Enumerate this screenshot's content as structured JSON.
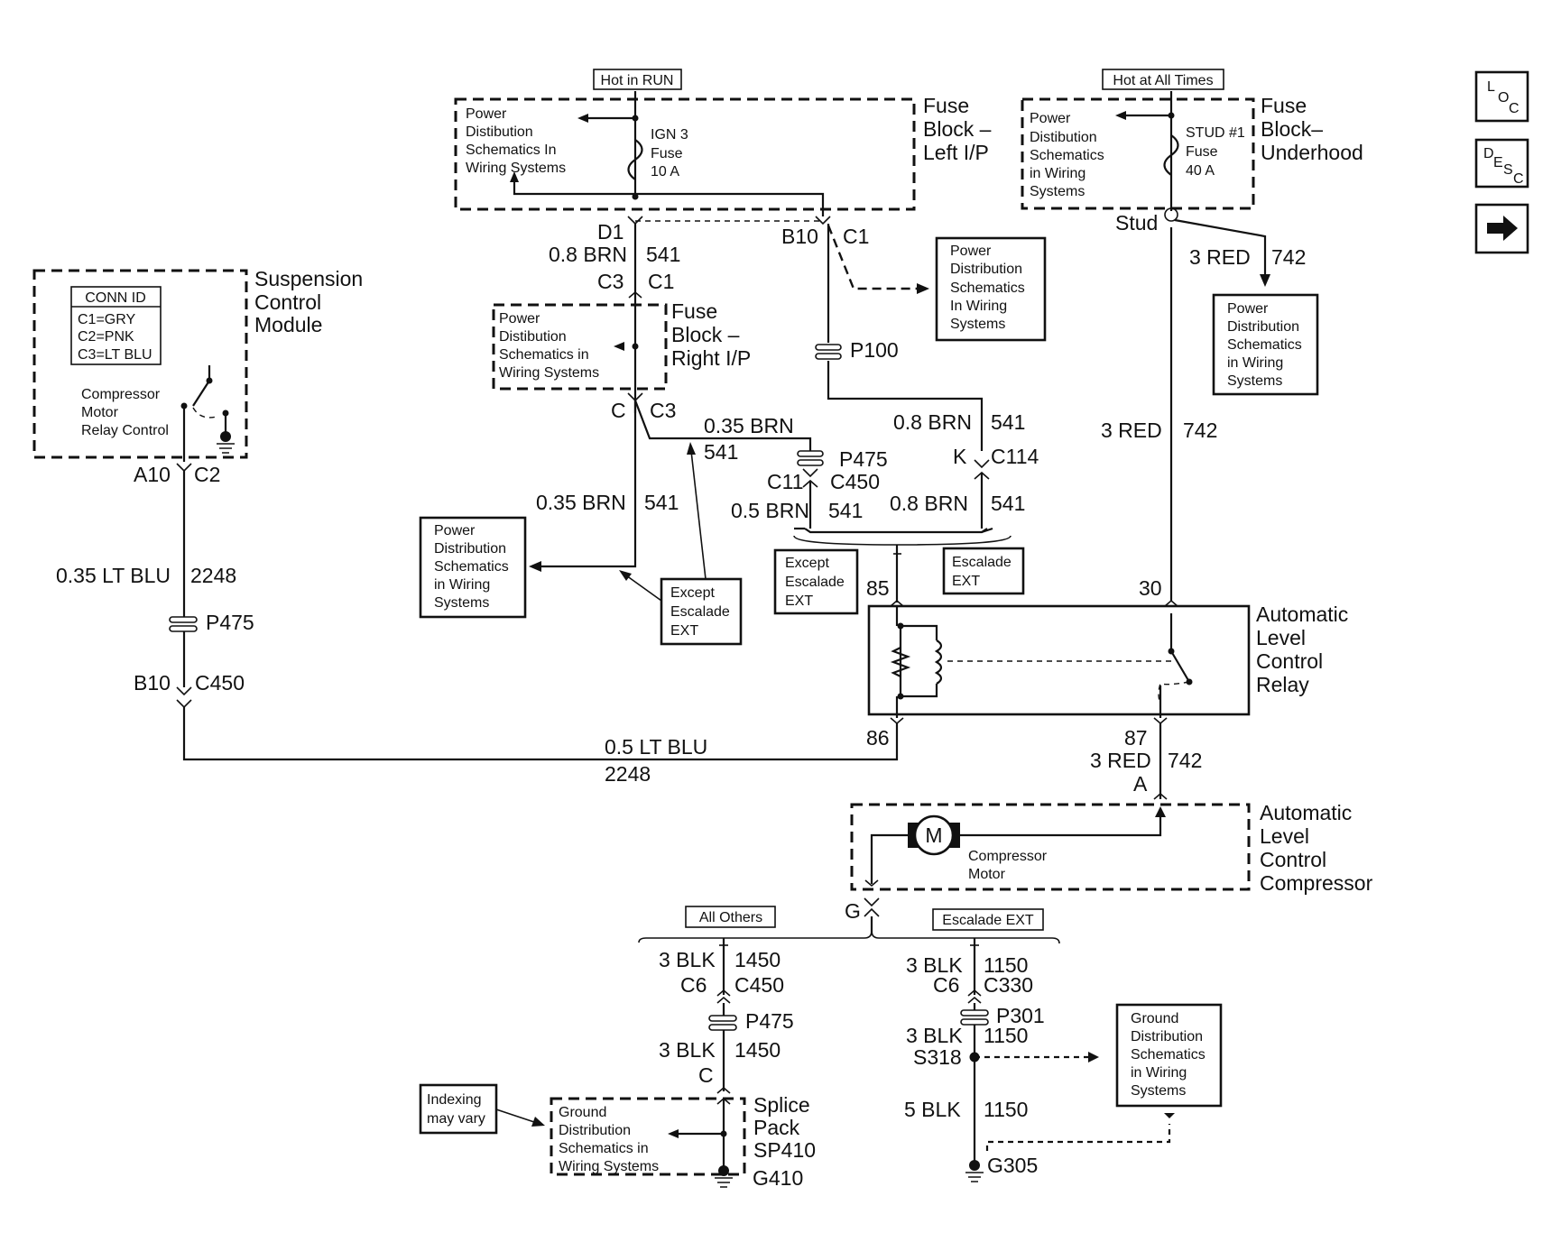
{
  "nav": {
    "loc": {
      "a": "L",
      "b": "O",
      "c": "C"
    },
    "desc": {
      "a": "D",
      "b": "E",
      "c": "S",
      "d": "C"
    }
  },
  "headers": {
    "hot_run": "Hot in RUN",
    "hot_all": "Hot at All Times",
    "all_others": "All Others",
    "escalade_ext_g": "Escalade EXT"
  },
  "pds": {
    "line1": "Power",
    "line2_a": "Distibution",
    "line2_b": "Distribution",
    "line3": "Schematics In",
    "line3_b": "Schematics in",
    "line3_c": "Schematics",
    "line4": "Wiring Systems",
    "line4_b": "in Wiring",
    "line4_c": "In Wiring",
    "line5": "Systems"
  },
  "gds": {
    "line1": "Ground",
    "line2": "Distribution",
    "line3": "Schematics in",
    "line4": "Wiring Systems",
    "line3_b": "Schematics",
    "line4_b": "in Wiring",
    "line5_b": "Systems"
  },
  "fuse_left": {
    "title": [
      "Fuse",
      "Block –",
      "Left I/P"
    ],
    "fuse": [
      "IGN 3",
      "Fuse",
      "10 A"
    ]
  },
  "fuse_under": {
    "title": [
      "Fuse",
      "Block–",
      "Underhood"
    ],
    "fuse": [
      "STUD #1",
      "Fuse",
      "40 A"
    ],
    "stud": "Stud"
  },
  "fuse_right": {
    "title": [
      "Fuse",
      "Block –",
      "Right I/P"
    ]
  },
  "scm": {
    "title": [
      "Suspension",
      "Control",
      "Module"
    ],
    "conn_id": "CONN ID",
    "conn": [
      "C1=GRY",
      "C2=PNK",
      "C3=LT BLU"
    ],
    "relay_ctrl": [
      "Compressor",
      "Motor",
      "Relay Control"
    ]
  },
  "relay": {
    "title": [
      "Automatic",
      "Level",
      "Control",
      "Relay"
    ]
  },
  "compressor": {
    "title": [
      "Automatic",
      "Level",
      "Control",
      "Compressor"
    ],
    "motor_symbol": "M",
    "motor": [
      "Compressor",
      "Motor"
    ]
  },
  "splice": {
    "title": [
      "Splice",
      "Pack",
      "SP410"
    ]
  },
  "notes": {
    "except_escalade": [
      "Except",
      "Escalade",
      "EXT"
    ],
    "escalade_ext": [
      "Escalade",
      "EXT"
    ],
    "indexing": [
      "Indexing",
      "may vary"
    ]
  },
  "labels": {
    "d1": "D1",
    "c1": "C1",
    "c3": "C3",
    "c": "C",
    "b10": "B10",
    "k": "K",
    "c114": "C114",
    "c11": "C11",
    "c450": "C450",
    "a10": "A10",
    "c2": "C2",
    "c6": "C6",
    "c330": "C330",
    "g": "G",
    "a": "A",
    "p100": "P100",
    "p475": "P475",
    "p301": "P301",
    "s318": "S318",
    "g410": "G410",
    "g305": "G305",
    "pin85": "85",
    "pin86": "86",
    "pin87": "87",
    "pin30": "30",
    "brn08": "0.8 BRN",
    "brn035": "0.35 BRN",
    "brn05": "0.5 BRN",
    "n541": "541",
    "red3": "3 RED",
    "n742": "742",
    "ltblu035": "0.35 LT BLU",
    "ltblu05": "0.5 LT BLU",
    "n2248": "2248",
    "blk3": "3 BLK",
    "blk5": "5 BLK",
    "n1450": "1450",
    "n1150": "1150"
  }
}
